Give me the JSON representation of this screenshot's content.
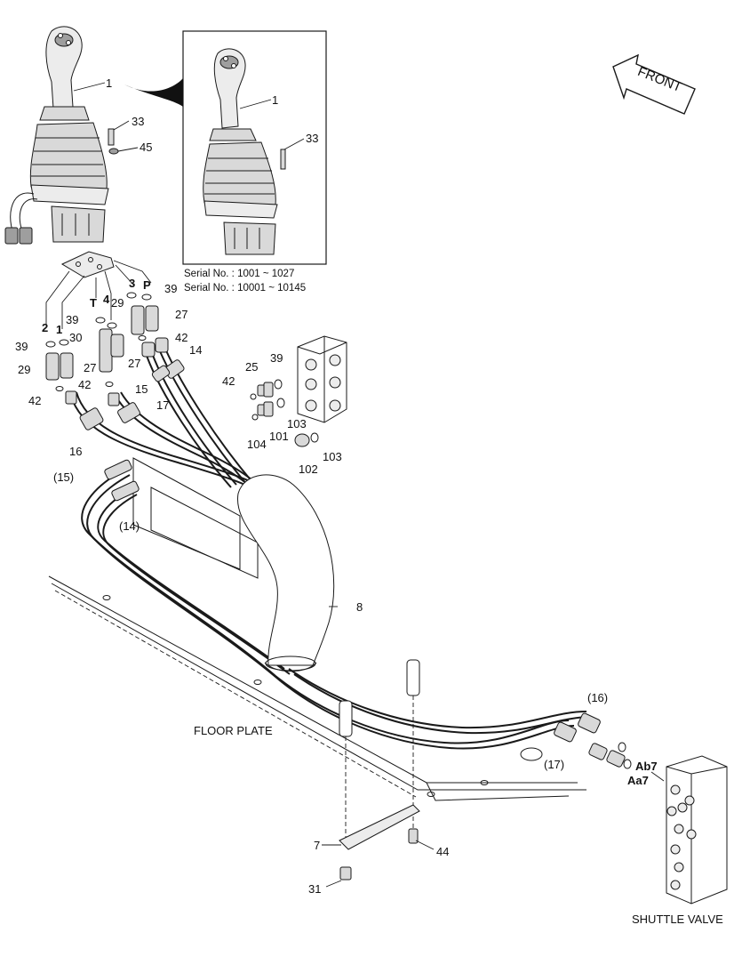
{
  "captions": {
    "floor_plate": "FLOOR PLATE",
    "shuttle_valve": "SHUTTLE VALVE",
    "front": "FRONT"
  },
  "serial_numbers": {
    "line1": "Serial No. : 1001 ~ 1027",
    "line2": "Serial No. : 10001 ~ 10145"
  },
  "port_labels": {
    "p2": "2",
    "p1": "1",
    "t": "T",
    "p4": "4",
    "p3": "3",
    "p": "P",
    "ab7": "Ab7",
    "aa7": "Aa7"
  },
  "callouts": {
    "c1_main": "1",
    "c1_inset": "1",
    "c33_main": "33",
    "c33_inset": "33",
    "c45": "45",
    "c39_a": "39",
    "c39_b": "39",
    "c39_c": "39",
    "c39_d": "39",
    "c29_a": "29",
    "c29_b": "29",
    "c27_a": "27",
    "c27_b": "27",
    "c27_c": "27",
    "c30": "30",
    "c42_a": "42",
    "c42_b": "42",
    "c42_c": "42",
    "c42_d": "42",
    "c14": "14",
    "c14p": "(14)",
    "c15": "15",
    "c15p": "(15)",
    "c16": "16",
    "c16p": "(16)",
    "c17": "17",
    "c17p": "(17)",
    "c25": "25",
    "c103_a": "103",
    "c103_b": "103",
    "c104": "104",
    "c101": "101",
    "c102": "102",
    "c8": "8",
    "c7": "7",
    "c31": "31",
    "c44": "44"
  }
}
